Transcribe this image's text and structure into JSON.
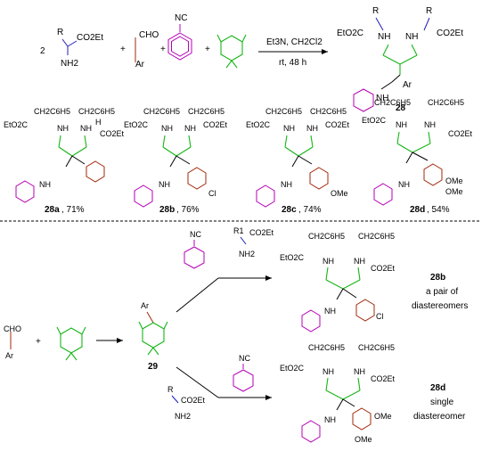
{
  "colors": {
    "amine": "#1f1fb8",
    "meldrum": "#17b617",
    "isocyanide": "#b400b4",
    "aldehyde": "#a02808",
    "text": "#000000"
  },
  "top_reaction": {
    "coefficient": "2",
    "amino_ester": {
      "r": "R",
      "ester": "CO2Et",
      "amine": "NH2"
    },
    "aldehyde": {
      "cho": "CHO",
      "ar": "Ar"
    },
    "isocyanide": {
      "label": "NC"
    },
    "plus": "+",
    "conditions_line1": "Et3N, CH2Cl2",
    "conditions_line2": "rt, 48 h",
    "product": {
      "label": "28",
      "r_left": "R",
      "r_right": "R",
      "ester_left": "EtO2C",
      "ester_right": "CO2Et",
      "nh_left": "NH",
      "nh_right": "NH",
      "ar": "Ar",
      "amide_nh": "NH"
    }
  },
  "compounds_row": [
    {
      "id": "28a",
      "yield": ", 71%",
      "substituent": ""
    },
    {
      "id": "28b",
      "yield": ", 76%",
      "substituent": "Cl"
    },
    {
      "id": "28c",
      "yield": ", 74%",
      "substituent": "OMe"
    },
    {
      "id": "28d",
      "yield": ", 54%",
      "substituent": "OMe"
    }
  ],
  "row_labels": {
    "ch2c6h5": "CH2C6H5",
    "eto2c": "EtO2C",
    "co2et": "CO2Et",
    "nh": "NH",
    "h": "H",
    "ome": "OMe"
  },
  "bottom_scheme": {
    "aldehyde": {
      "cho": "CHO",
      "ar": "Ar"
    },
    "intermediate": {
      "label": "29",
      "ar": "Ar"
    },
    "amine_reagent": {
      "r1": "R1",
      "ester": "CO2Et",
      "amine": "NH2"
    },
    "amine_reagent_lower": {
      "r": "R",
      "ester": "CO2Et",
      "amine": "NH2"
    },
    "isocyanide": {
      "label": "NC"
    },
    "result_top": {
      "id": "28b",
      "description_line1": "a pair of",
      "description_line2": "diastereomers"
    },
    "result_bottom": {
      "id": "28d",
      "description_line1": "single",
      "description_line2": "diastereomer"
    }
  }
}
